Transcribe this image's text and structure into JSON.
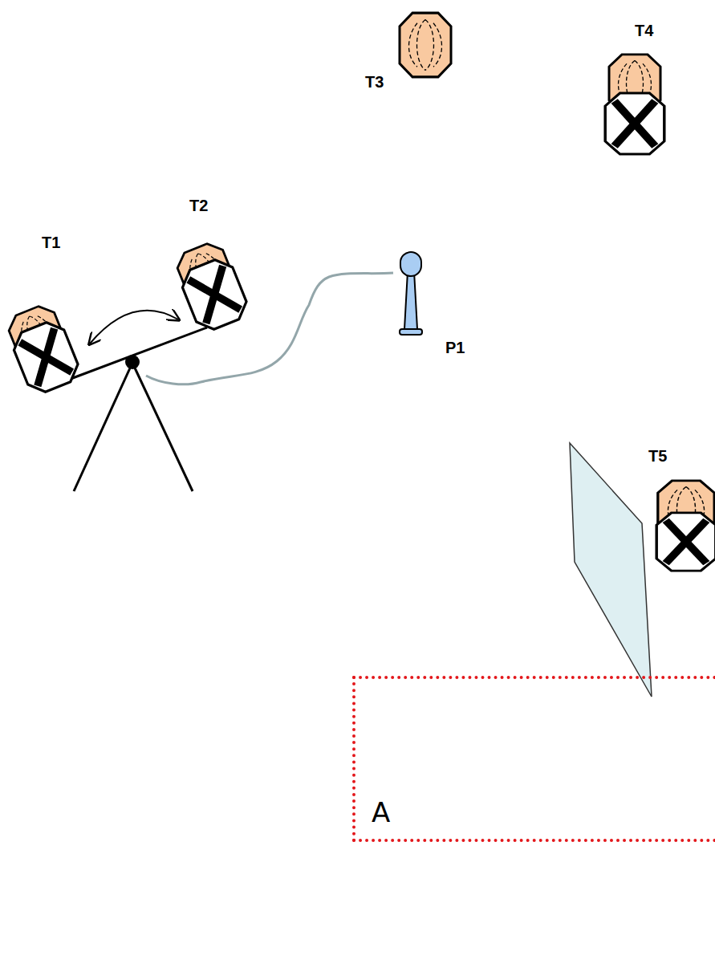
{
  "diagram": {
    "nodes": [
      {
        "text": [
          "A"
        ]
      }
    ],
    "labels": [
      "T1",
      "T2",
      "T3",
      "T4",
      "T5",
      "P1"
    ]
  }
}
